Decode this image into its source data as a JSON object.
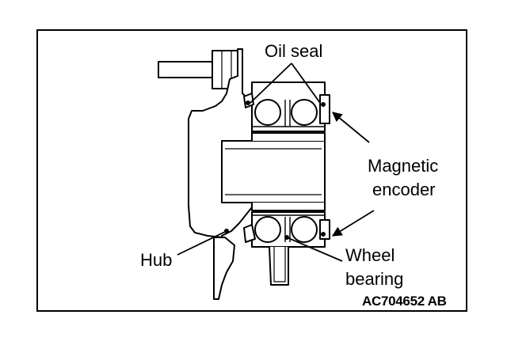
{
  "labels": {
    "oil_seal": "Oil seal",
    "magnetic": "Magnetic",
    "encoder": "encoder",
    "hub": "Hub",
    "wheel": "Wheel",
    "bearing": "bearing"
  },
  "figure_code": "AC704652 AB",
  "colors": {
    "line": "#000000",
    "background": "#ffffff"
  }
}
